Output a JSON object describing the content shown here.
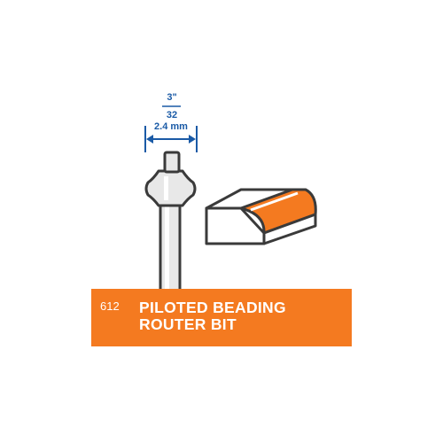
{
  "product": {
    "code": "612",
    "title_line1": "PILOTED BEADING",
    "title_line2": "ROUTER BIT"
  },
  "dimension": {
    "fraction_numerator": "3\"",
    "fraction_denominator": "32",
    "metric": "2.4 mm"
  },
  "colors": {
    "brand_orange": "#f47a20",
    "dimension_blue": "#1a5aa6",
    "outline": "#3a3a3a",
    "steel": "#e8e8e8"
  }
}
